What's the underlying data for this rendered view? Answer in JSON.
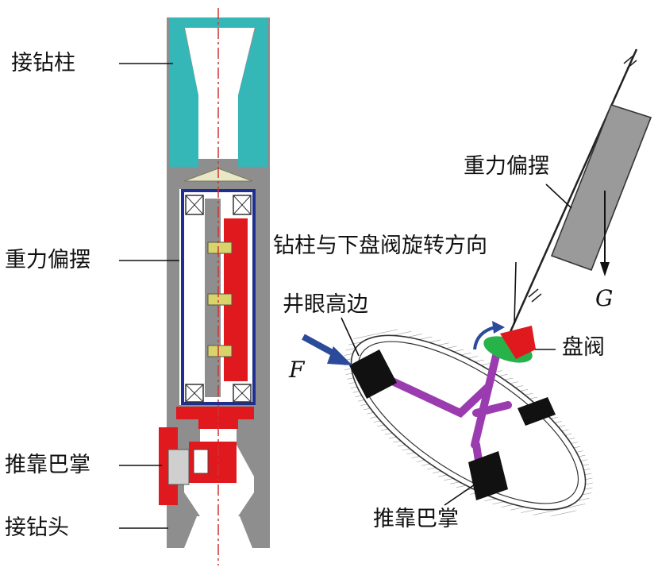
{
  "left_labels": {
    "drill_string_joint": "接钻柱",
    "gravity_pendulum": "重力偏摆",
    "push_pad": "推靠巴掌",
    "bit_joint": "接钻头"
  },
  "right_labels": {
    "gravity_pendulum": "重力偏摆",
    "rotation_direction": "钻柱与下盘阀旋转方向",
    "high_side": "井眼高边",
    "disc_valve": "盘阀",
    "push_pad": "推靠巴掌",
    "force": "F",
    "gravity": "G"
  },
  "colors": {
    "body_gray": "#8e8e8e",
    "teal": "#36b7b7",
    "red": "#e0191f",
    "blue_frame": "#1f2f8f",
    "purple": "#9b3bb0",
    "green": "#27b34a",
    "arrow_blue": "#2b4a9a",
    "centerline": "#d23030"
  }
}
